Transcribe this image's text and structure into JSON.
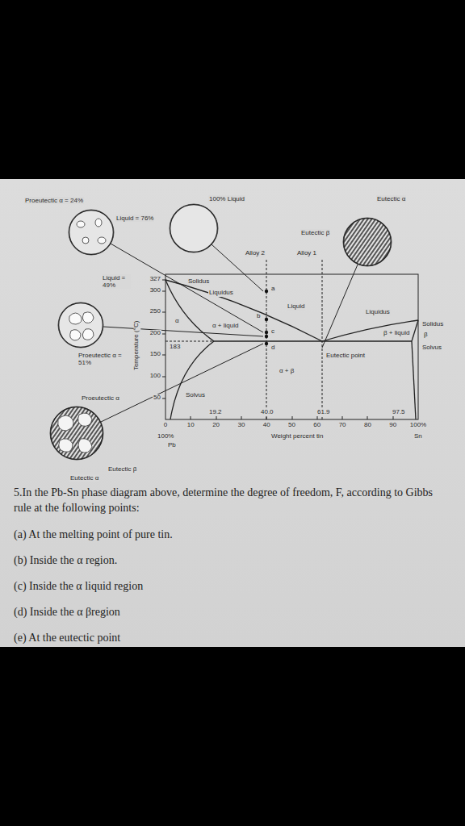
{
  "diagram": {
    "nodes": [
      {
        "text": [
          "Proeutectic α = 24%",
          "Liquid = 76%"
        ]
      },
      {
        "text": [
          "100% Liquid"
        ]
      },
      {
        "text": [
          "Eutectic α",
          "Eutectic β"
        ]
      },
      {
        "text": [
          "Liquid = 49%",
          "Proeutectic α = 51%"
        ]
      },
      {
        "text": [
          "Proeutectic α",
          "Eutectic β",
          "Eutectic α"
        ]
      }
    ],
    "labels": [
      "Alloy 2",
      "Alloy 1",
      "327",
      "300",
      "250",
      "200",
      "183",
      "150",
      "100",
      "50",
      "Temperature (°C)",
      "Solidus",
      "Liquidus",
      "Liquid",
      "Liquidus",
      "α",
      "α + liquid",
      "a",
      "b",
      "c",
      "d",
      "β + liquid",
      "Eutectic point",
      "α + β",
      "Solvus",
      "19.2",
      "40.0",
      "61.9",
      "97.5",
      "Solidus",
      "β",
      "Solvus",
      "0",
      "10",
      "20",
      "30",
      "40",
      "50",
      "60",
      "70",
      "80",
      "90",
      "100%",
      "100%",
      "Pb",
      "Weight percent tin",
      "Sn",
      "5.In the Pb-Sn phase diagram above, determine the degree of freedom, F, according to Gibbs rule at the following points:",
      "(a) At the melting point of pure tin.",
      "(b) Inside the α region.",
      "(c) Inside the α liquid region",
      "(d) Inside the α βregion",
      "(e) At the eutectic point"
    ]
  }
}
